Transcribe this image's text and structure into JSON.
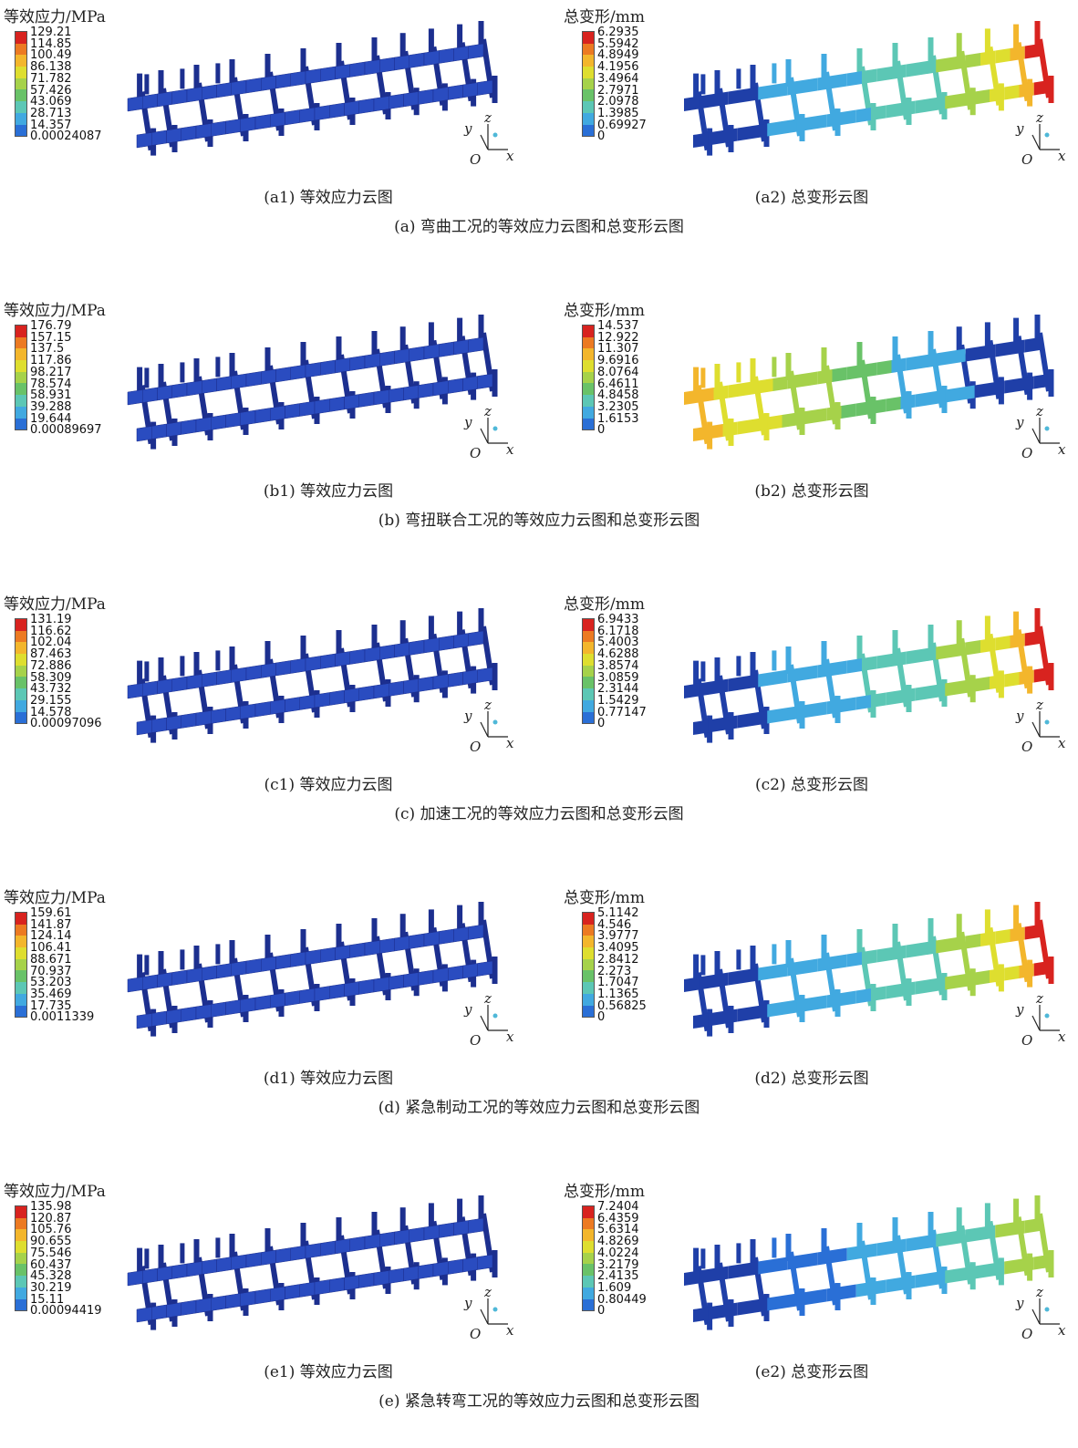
{
  "colors": {
    "scale": [
      "#1f3fa8",
      "#2a6fd6",
      "#41a9e0",
      "#5cc7b5",
      "#69c268",
      "#a6d24a",
      "#dede2f",
      "#f3b62c",
      "#ec7a22",
      "#d8231f"
    ],
    "frame_dark": "#1c2f8f",
    "frame_mid": "#2a4cc0"
  },
  "sections": [
    {
      "caption": "(a) 弯曲工况的等效应力云图和总变形云图",
      "stress": {
        "title": "等效应力/MPa",
        "ticks": [
          "129.21",
          "114.85",
          "100.49",
          "86.138",
          "71.782",
          "57.426",
          "43.069",
          "28.713",
          "14.357",
          "0.00024087"
        ],
        "sub_caption": "(a1) 等效应力云图"
      },
      "deform": {
        "title": "总变形/mm",
        "ticks": [
          "6.2935",
          "5.5942",
          "4.8949",
          "4.1956",
          "3.4964",
          "2.7971",
          "2.0978",
          "1.3985",
          "0.69927",
          "0"
        ],
        "sub_caption": "(a2) 总变形云图"
      },
      "deform_pattern": "front-hot"
    },
    {
      "caption": "(b) 弯扭联合工况的等效应力云图和总变形云图",
      "stress": {
        "title": "等效应力/MPa",
        "ticks": [
          "176.79",
          "157.15",
          "137.5",
          "117.86",
          "98.217",
          "78.574",
          "58.931",
          "39.288",
          "19.644",
          "0.00089697"
        ],
        "sub_caption": "(b1) 等效应力云图"
      },
      "deform": {
        "title": "总变形/mm",
        "ticks": [
          "14.537",
          "12.922",
          "11.307",
          "9.6916",
          "8.0764",
          "6.4611",
          "4.8458",
          "3.2305",
          "1.6153",
          "0"
        ],
        "sub_caption": "(b2) 总变形云图"
      },
      "deform_pattern": "rear-hot"
    },
    {
      "caption": "(c) 加速工况的等效应力云图和总变形云图",
      "stress": {
        "title": "等效应力/MPa",
        "ticks": [
          "131.19",
          "116.62",
          "102.04",
          "87.463",
          "72.886",
          "58.309",
          "43.732",
          "29.155",
          "14.578",
          "0.00097096"
        ],
        "sub_caption": "(c1) 等效应力云图"
      },
      "deform": {
        "title": "总变形/mm",
        "ticks": [
          "6.9433",
          "6.1718",
          "5.4003",
          "4.6288",
          "3.8574",
          "3.0859",
          "2.3144",
          "1.5429",
          "0.77147",
          "0"
        ],
        "sub_caption": "(c2) 总变形云图"
      },
      "deform_pattern": "front-hot"
    },
    {
      "caption": "(d) 紧急制动工况的等效应力云图和总变形云图",
      "stress": {
        "title": "等效应力/MPa",
        "ticks": [
          "159.61",
          "141.87",
          "124.14",
          "106.41",
          "88.671",
          "70.937",
          "53.203",
          "35.469",
          "17.735",
          "0.0011339"
        ],
        "sub_caption": "(d1) 等效应力云图"
      },
      "deform": {
        "title": "总变形/mm",
        "ticks": [
          "5.1142",
          "4.546",
          "3.9777",
          "3.4095",
          "2.8412",
          "2.273",
          "1.7047",
          "1.1365",
          "0.56825",
          "0"
        ],
        "sub_caption": "(d2) 总变形云图"
      },
      "deform_pattern": "front-hot"
    },
    {
      "caption": "(e) 紧急转弯工况的等效应力云图和总变形云图",
      "stress": {
        "title": "等效应力/MPa",
        "ticks": [
          "135.98",
          "120.87",
          "105.76",
          "90.655",
          "75.546",
          "60.437",
          "45.328",
          "30.219",
          "15.11",
          "0.00094419"
        ],
        "sub_caption": "(e1) 等效应力云图"
      },
      "deform": {
        "title": "总变形/mm",
        "ticks": [
          "7.2404",
          "6.4359",
          "5.6314",
          "4.8269",
          "4.0224",
          "3.2179",
          "2.4135",
          "1.609",
          "0.80449",
          "0"
        ],
        "sub_caption": "(e2) 总变形云图"
      },
      "deform_pattern": "front-warm"
    }
  ],
  "axis_labels": {
    "y": "y",
    "z": "z",
    "o": "O",
    "x": "x"
  }
}
